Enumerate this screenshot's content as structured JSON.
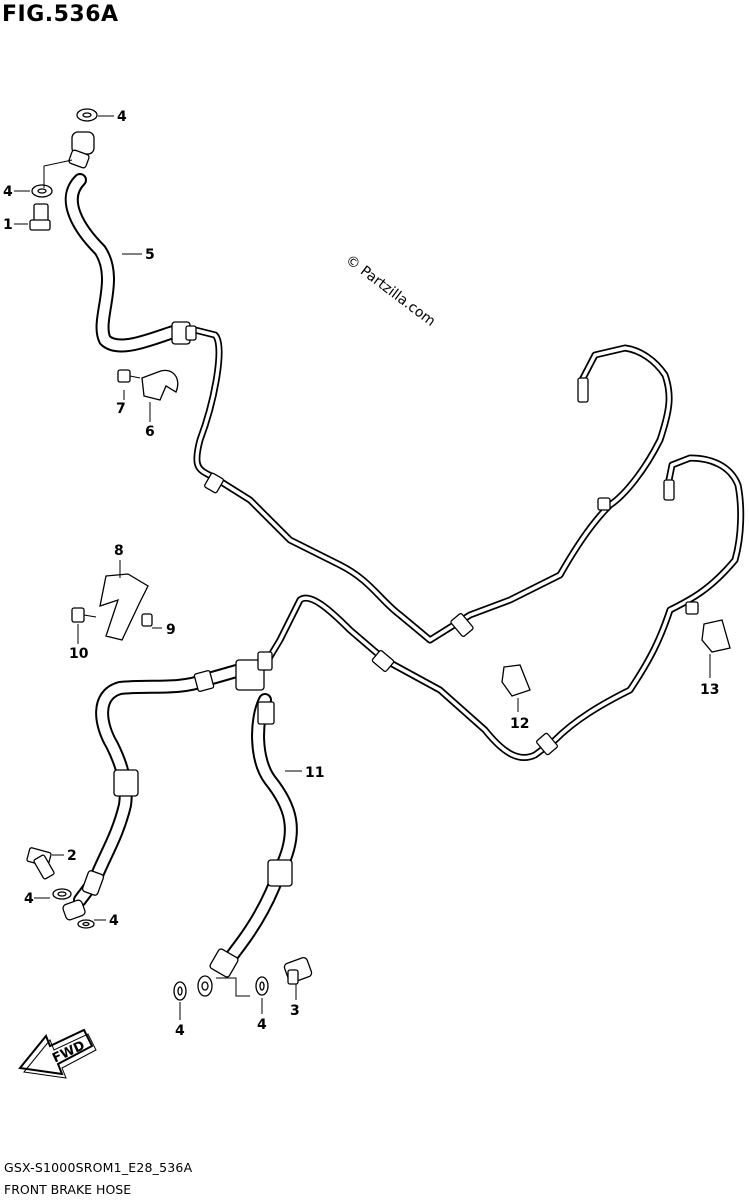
{
  "figure": {
    "title": "FIG.536A",
    "copyright": "© Partzilla.com",
    "model_code": "GSX-S1000SROM1_E28_536A",
    "caption": "FRONT BRAKE HOSE",
    "fwd_label": "FWD"
  },
  "callouts": [
    {
      "id": "c-4-top",
      "label": "4"
    },
    {
      "id": "c-4-left",
      "label": "4"
    },
    {
      "id": "c-1",
      "label": "1"
    },
    {
      "id": "c-5",
      "label": "5"
    },
    {
      "id": "c-7",
      "label": "7"
    },
    {
      "id": "c-6",
      "label": "6"
    },
    {
      "id": "c-8",
      "label": "8"
    },
    {
      "id": "c-9",
      "label": "9"
    },
    {
      "id": "c-10",
      "label": "10"
    },
    {
      "id": "c-11",
      "label": "11"
    },
    {
      "id": "c-12",
      "label": "12"
    },
    {
      "id": "c-13",
      "label": "13"
    },
    {
      "id": "c-2",
      "label": "2"
    },
    {
      "id": "c-4-mid-l",
      "label": "4"
    },
    {
      "id": "c-4-mid-r",
      "label": "4"
    },
    {
      "id": "c-4-bot-l",
      "label": "4"
    },
    {
      "id": "c-4-bot-r",
      "label": "4"
    },
    {
      "id": "c-3",
      "label": "3"
    }
  ]
}
